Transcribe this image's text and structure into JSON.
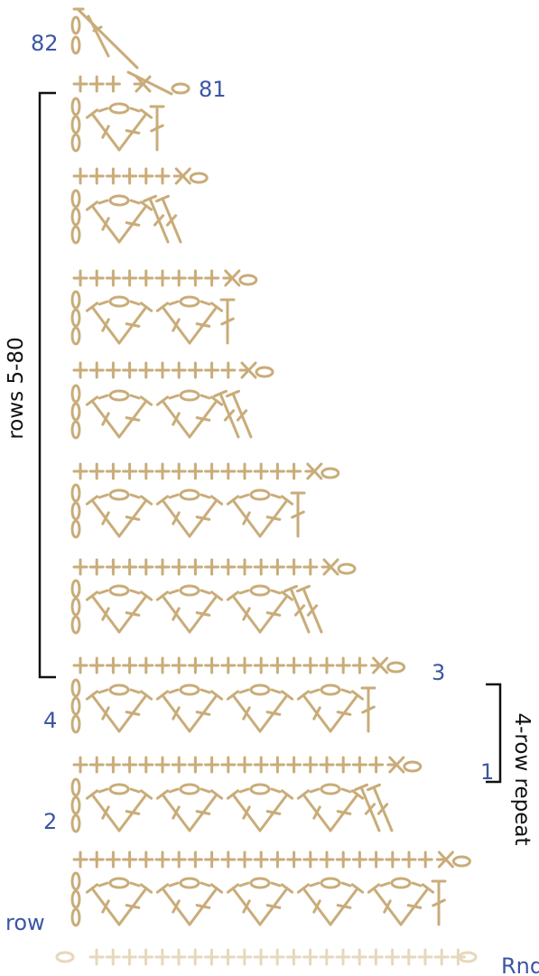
{
  "colors": {
    "stitch": "#c9ac79",
    "foundation": "#e6d8bc",
    "row_label": "#3c55a3",
    "bracket": "#111111",
    "background": "#ffffff"
  },
  "row_labels": {
    "row_82": "82",
    "row_81": "81",
    "row_4": "4",
    "row_3": "3",
    "row_2": "2",
    "row_1": "1",
    "row": "row",
    "rnd": "Rnd"
  },
  "brackets": {
    "left_label": "rows 5-80",
    "right_label": "4-row repeat"
  },
  "legend_icons": [
    "chain-stitch-icon",
    "single-crochet-icon",
    "double-crochet-icon",
    "sc2tog-icon",
    "foundation-sc-icon"
  ]
}
